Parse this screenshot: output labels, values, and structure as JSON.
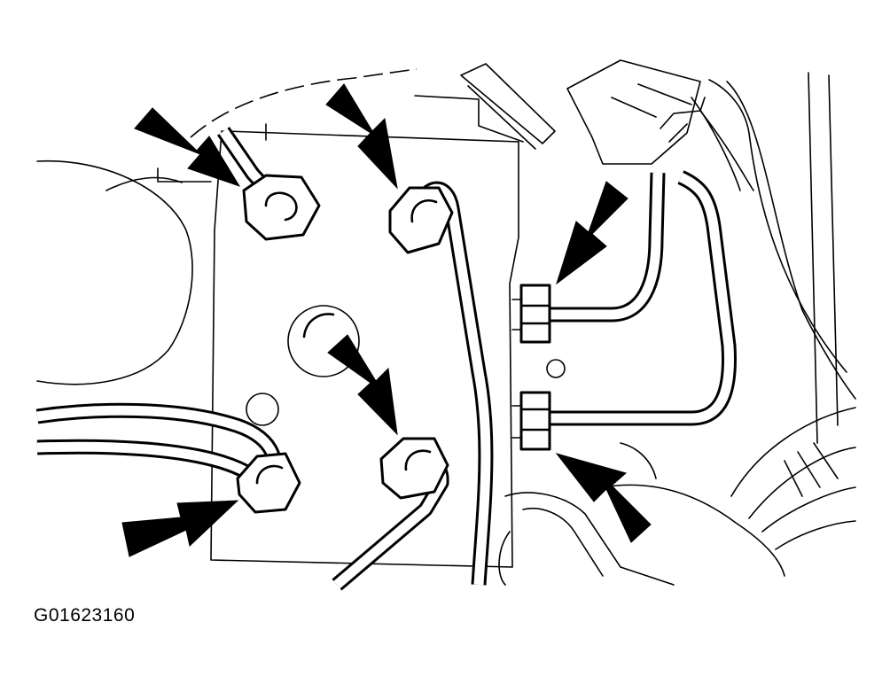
{
  "figure": {
    "id_label": "G01623160"
  },
  "callouts": {
    "count": 6,
    "style": "black-arrows",
    "color": "#000000"
  },
  "colors": {
    "line": "#000000",
    "background": "#ffffff"
  }
}
